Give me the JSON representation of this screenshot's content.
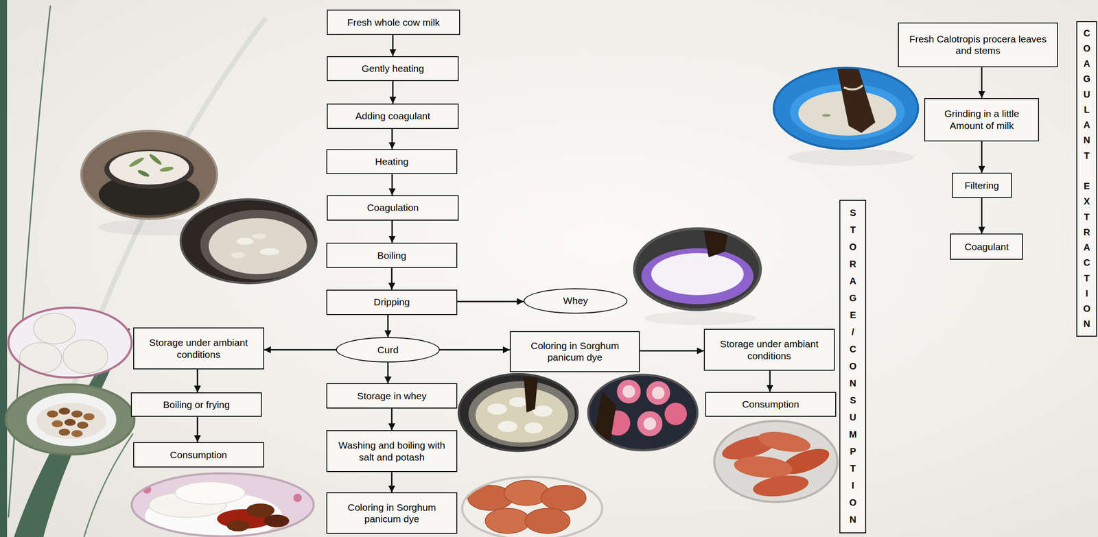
{
  "diagram": {
    "nodes": [
      {
        "text": [
          "Fresh whole cow milk"
        ]
      },
      {
        "text": [
          "Gently heating"
        ]
      },
      {
        "text": [
          "Adding coagulant"
        ]
      },
      {
        "text": [
          "Heating"
        ]
      },
      {
        "text": [
          "Coagulation"
        ]
      },
      {
        "text": [
          "Boiling"
        ]
      },
      {
        "text": [
          "Dripping"
        ]
      },
      {
        "text": [
          "Whey"
        ]
      },
      {
        "text": [
          "Storage under ambiant conditions"
        ]
      },
      {
        "text": [
          "Curd"
        ]
      },
      {
        "text": [
          "Coloring in Sorghum panicum dye"
        ]
      },
      {
        "text": [
          "Storage under ambiant conditions"
        ]
      },
      {
        "text": [
          "Storage in whey"
        ]
      },
      {
        "text": [
          "Boiling or frying"
        ]
      },
      {
        "text": [
          "Consumption"
        ]
      },
      {
        "text": [
          "Consumption"
        ]
      },
      {
        "text": [
          "Washing and boiling with salt and potash"
        ]
      },
      {
        "text": [
          "Coloring in Sorghum panicum dye"
        ]
      },
      {
        "text": [
          "STORAGE/CONSUMPTION"
        ]
      },
      {
        "text": [
          "Fresh Calotropis procera leaves and stems"
        ]
      },
      {
        "text": [
          "Grinding in a little Amount of milk"
        ]
      },
      {
        "text": [
          "Filtering"
        ]
      },
      {
        "text": [
          "Coagulant"
        ]
      },
      {
        "text": [
          "COAGULANT EXTRACTION"
        ]
      }
    ],
    "edges": [
      {
        "from": 0,
        "to": 1,
        "arrow": "to"
      },
      {
        "from": 1,
        "to": 2,
        "arrow": "to"
      },
      {
        "from": 2,
        "to": 3,
        "arrow": "to"
      },
      {
        "from": 3,
        "to": 4,
        "arrow": "to"
      },
      {
        "from": 4,
        "to": 5,
        "arrow": "to"
      },
      {
        "from": 5,
        "to": 6,
        "arrow": "to"
      },
      {
        "from": 6,
        "to": 7,
        "arrow": "to"
      },
      {
        "from": 6,
        "to": 9,
        "arrow": "to"
      },
      {
        "from": 9,
        "to": 8,
        "arrow": "to"
      },
      {
        "from": 9,
        "to": 10,
        "arrow": "to"
      },
      {
        "from": 10,
        "to": 11,
        "arrow": "to"
      },
      {
        "from": 11,
        "to": 15,
        "arrow": "to"
      },
      {
        "from": 8,
        "to": 13,
        "arrow": "to"
      },
      {
        "from": 13,
        "to": 14,
        "arrow": "to"
      },
      {
        "from": 9,
        "to": 12,
        "arrow": "to"
      },
      {
        "from": 12,
        "to": 16,
        "arrow": "to"
      },
      {
        "from": 16,
        "to": 17,
        "arrow": "to"
      },
      {
        "from": 19,
        "to": 20,
        "arrow": "to"
      },
      {
        "from": 20,
        "to": 21,
        "arrow": "to"
      },
      {
        "from": 21,
        "to": 22,
        "arrow": "to"
      }
    ]
  }
}
